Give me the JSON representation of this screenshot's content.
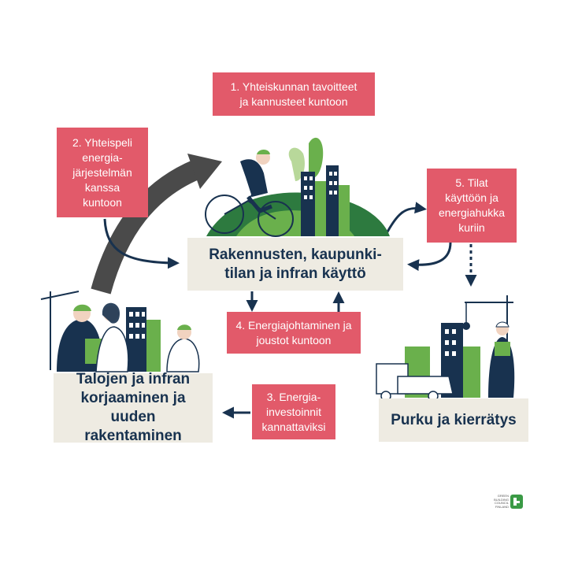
{
  "boxes": {
    "step1": "1. Yhteiskunnan tavoitteet\nja kannusteet kuntoon",
    "step2": "2. Yhteispeli\nenergia-\njärjestelmän\nkanssa\nkuntoon",
    "step3": "3. Energia-\ninvestoinnit\nkannattaviksi",
    "step4": "4. Energiajohtaminen ja\njoustot kuntoon",
    "step5": "5. Tilat\nkäyttöön ja\nenergiahukka\nkuriin",
    "use": "Rakennusten, kaupunki-\ntilan ja infran käyttö",
    "build": "Talojen ja infran\nkorjaaminen ja\nuuden rakentaminen",
    "demolish": "Purku ja kierrätys"
  },
  "logo": {
    "text": "GREEN\nBUILDING\nCOUNCIL\nFINLAND"
  },
  "colors": {
    "red": "#e25a6a",
    "navy": "#18324f",
    "beige": "#eeebe2",
    "green": "#6ab04c",
    "dark_arrow": "#4a4a4a"
  },
  "icons": [
    "cyclist-illustration",
    "workers-illustration",
    "demolition-illustration",
    "gbc-logo-icon"
  ]
}
